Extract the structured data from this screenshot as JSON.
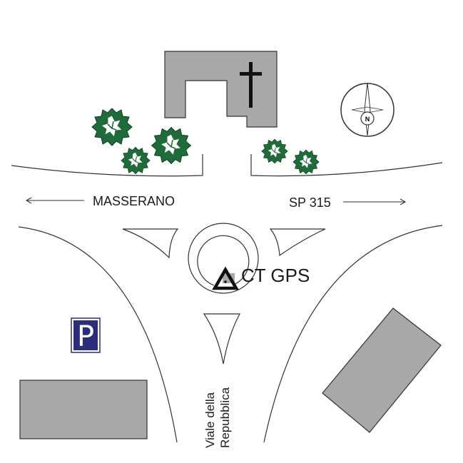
{
  "labels": {
    "road_left": "MASSERANO",
    "road_right": "SP 315",
    "gps_point": "CT GPS",
    "street_line1": "Viale della",
    "street_line2": "Repubblica"
  },
  "compass": {
    "letter": "N",
    "icon": "compass-rose-icon"
  },
  "parking": {
    "letter": "P",
    "icon": "parking-sign-icon"
  },
  "icons": {
    "church": "cross-icon",
    "gps": "survey-triangle-icon",
    "trees": "tree-icon"
  },
  "colors": {
    "building": "#a8a8a8",
    "tree_dark": "#1f6b3a",
    "tree_light": "#ffffff",
    "parking_bg": "#2b2d7c",
    "line": "#333333"
  }
}
